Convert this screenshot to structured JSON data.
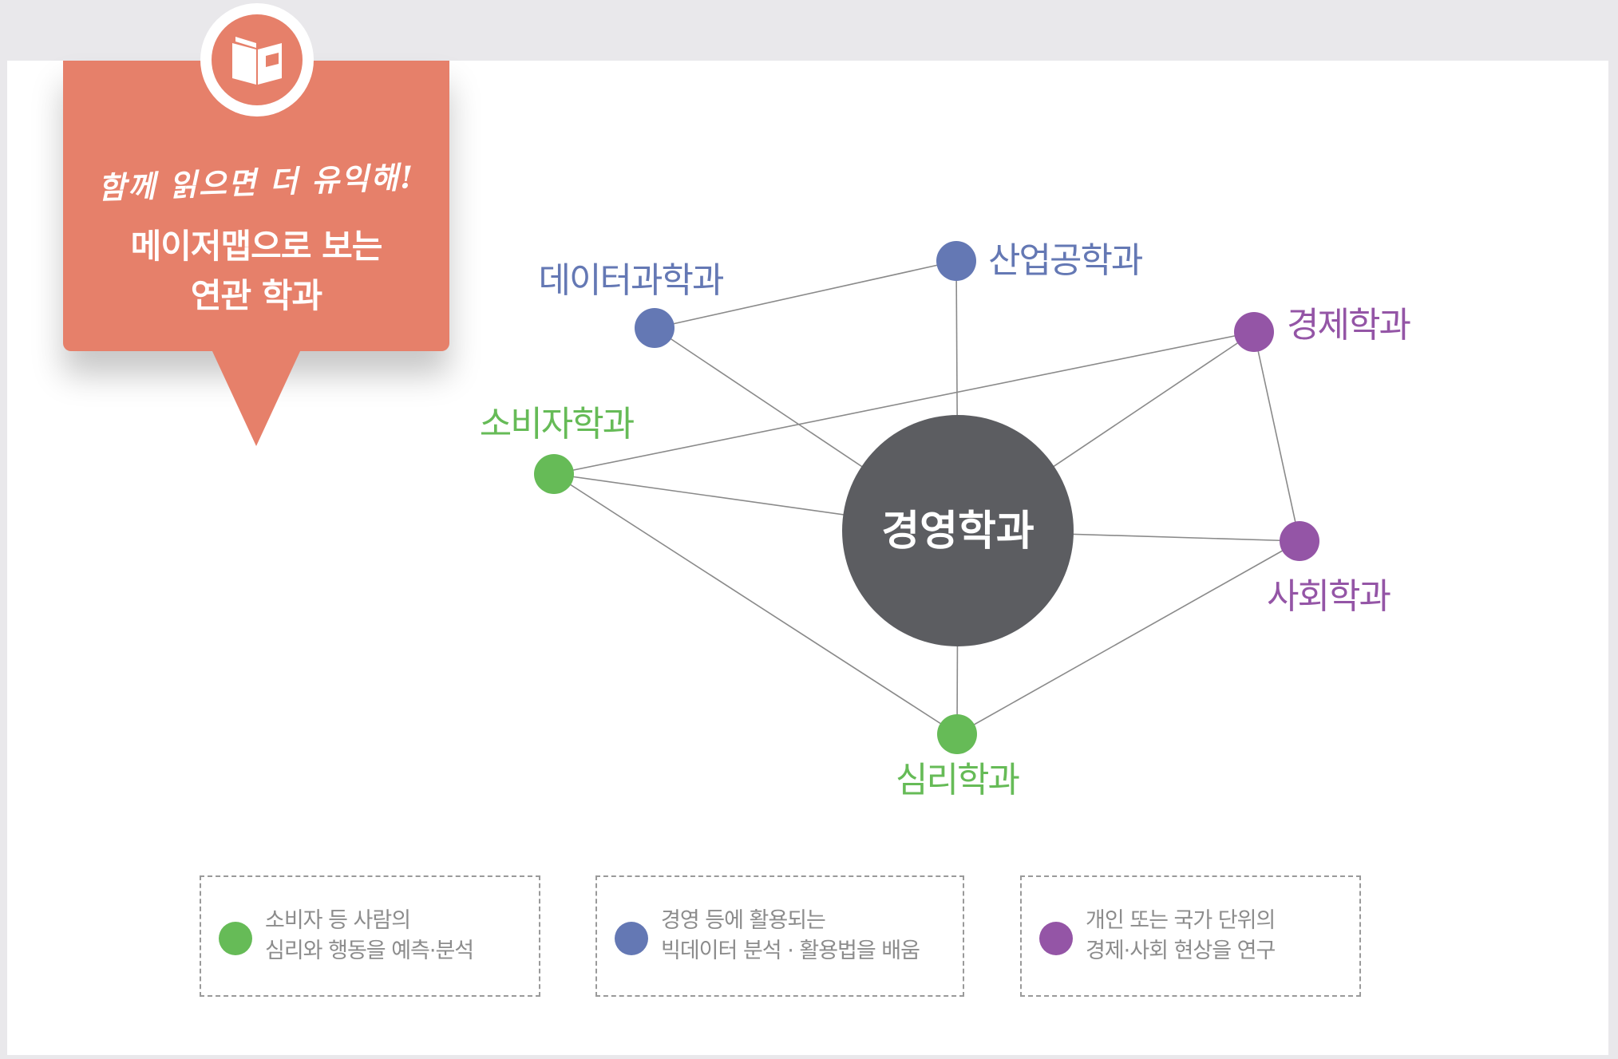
{
  "banner": {
    "icon": "open-book-icon",
    "script_line": "함께 읽으면 더 유익해!",
    "title_line1": "메이저맵으로 보는",
    "title_line2": "연관 학과"
  },
  "diagram": {
    "center": {
      "id": "business",
      "label": "경영학과"
    },
    "nodes": [
      {
        "id": "datascience",
        "label": "데이터과학과",
        "color": "#6478b4"
      },
      {
        "id": "industrial",
        "label": "산업공학과",
        "color": "#6478b4"
      },
      {
        "id": "economics",
        "label": "경제학과",
        "color": "#9455a6"
      },
      {
        "id": "sociology",
        "label": "사회학과",
        "color": "#9455a6"
      },
      {
        "id": "psychology",
        "label": "심리학과",
        "color": "#66bb57"
      },
      {
        "id": "consumer",
        "label": "소비자학과",
        "color": "#66bb57"
      }
    ],
    "edges": [
      [
        "datascience",
        "industrial"
      ],
      [
        "datascience",
        "business"
      ],
      [
        "industrial",
        "business"
      ],
      [
        "economics",
        "business"
      ],
      [
        "economics",
        "consumer"
      ],
      [
        "economics",
        "sociology"
      ],
      [
        "sociology",
        "business"
      ],
      [
        "sociology",
        "psychology"
      ],
      [
        "psychology",
        "business"
      ],
      [
        "psychology",
        "consumer"
      ],
      [
        "consumer",
        "business"
      ]
    ]
  },
  "colors": {
    "center": "#5c5d61",
    "edge": "#8a8a8a",
    "banner": "#e6806a"
  },
  "legend": [
    {
      "color": "#66bb57",
      "line1": "소비자 등 사람의",
      "line2": "심리와 행동을 예측·분석"
    },
    {
      "color": "#6478b4",
      "line1": "경영 등에 활용되는",
      "line2": "빅데이터 분석 · 활용법을 배움"
    },
    {
      "color": "#9455a6",
      "line1": "개인 또는 국가 단위의",
      "line2": "경제·사회 현상을 연구"
    }
  ]
}
